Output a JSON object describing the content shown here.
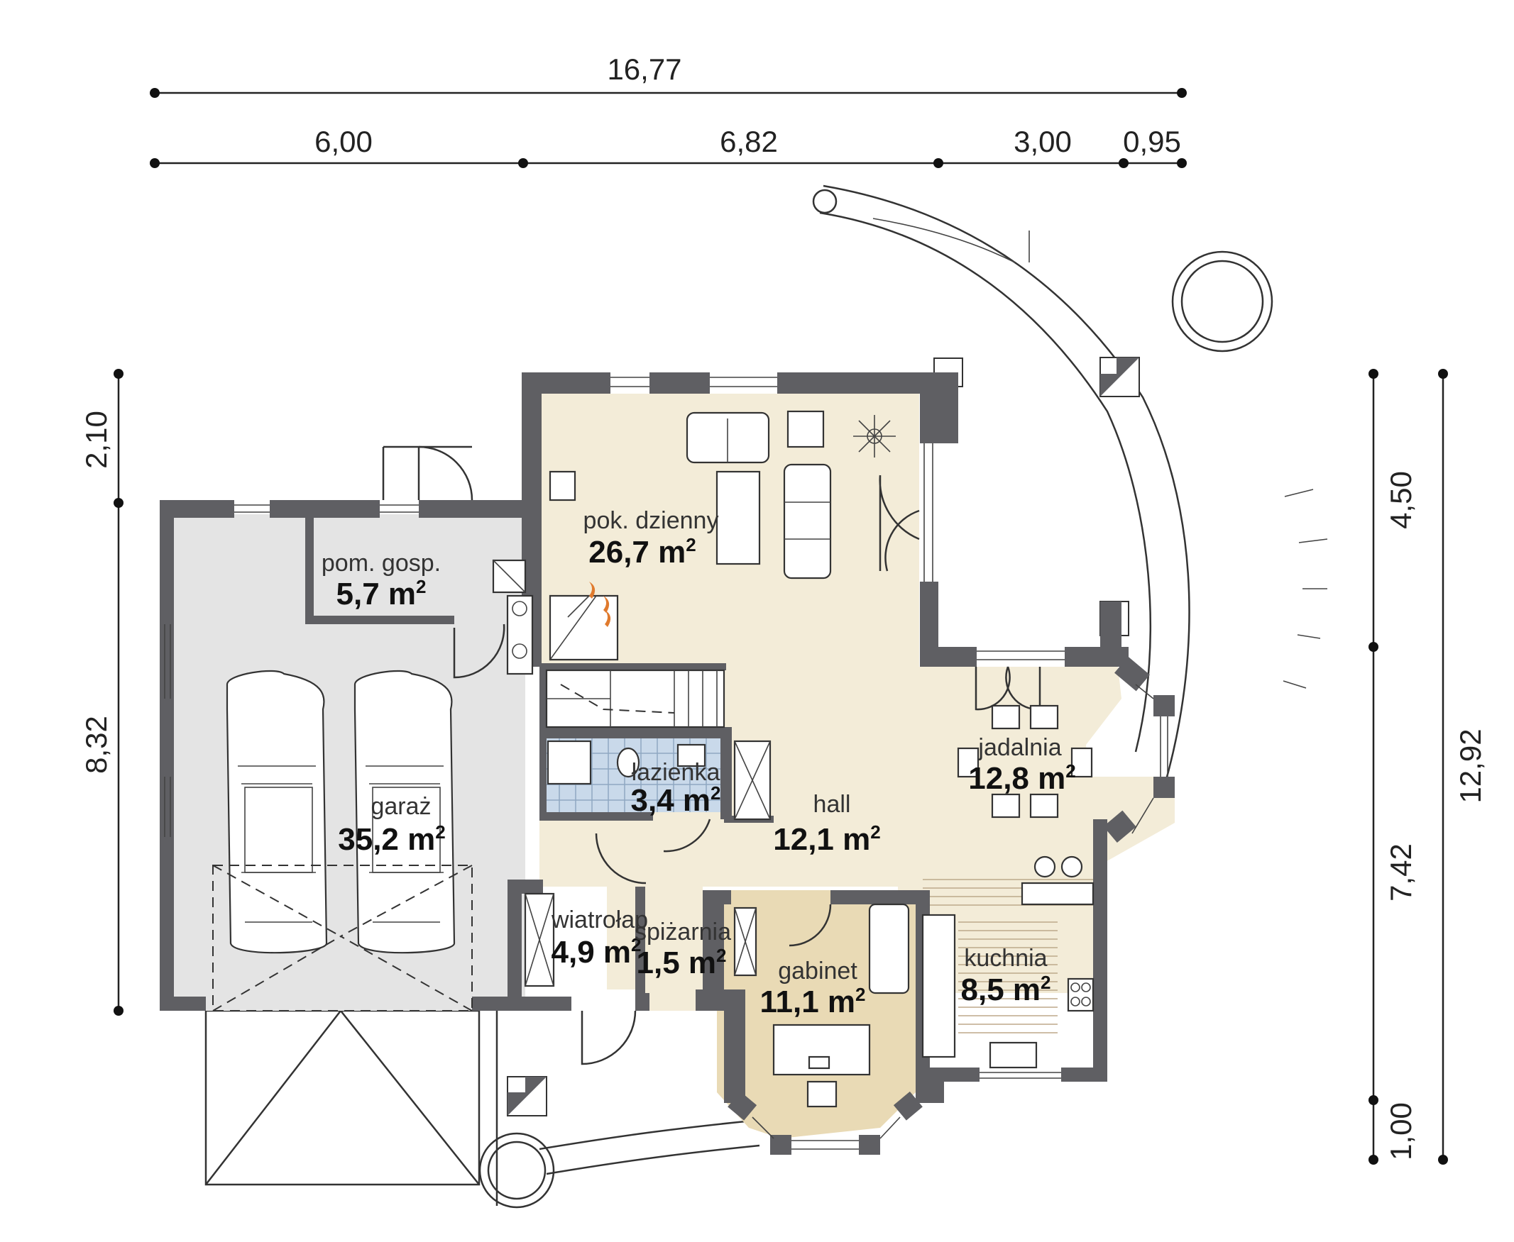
{
  "dimensions": {
    "top_total": "16,77",
    "top_segments": [
      "6,00",
      "6,82",
      "3,00",
      "0,95"
    ],
    "left_segments": [
      "2,10",
      "8,32"
    ],
    "right_inner": [
      "4,50",
      "7,42",
      "1,00"
    ],
    "right_total": "12,92"
  },
  "rooms": {
    "living": {
      "name": "pok. dzienny",
      "area": "26,7 m",
      "unit_sup": "2"
    },
    "utility": {
      "name": "pom. gosp.",
      "area": "5,7 m",
      "unit_sup": "2"
    },
    "bathroom": {
      "name": "łazienka",
      "area": "3,4 m",
      "unit_sup": "2"
    },
    "garage": {
      "name": "garaż",
      "area": "35,2 m",
      "unit_sup": "2"
    },
    "hall": {
      "name": "hall",
      "area": "12,1 m",
      "unit_sup": "2"
    },
    "dining": {
      "name": "jadalnia",
      "area": "12,8 m",
      "unit_sup": "2"
    },
    "vestibule": {
      "name": "wiatrołap",
      "area": "4,9 m",
      "unit_sup": "2"
    },
    "pantry": {
      "name": "spiżarnia",
      "area": "1,5 m",
      "unit_sup": "2"
    },
    "study": {
      "name": "gabinet",
      "area": "11,1 m",
      "unit_sup": "2"
    },
    "kitchen": {
      "name": "kuchnia",
      "area": "8,5 m",
      "unit_sup": "2"
    }
  },
  "colors": {
    "wall": "#5f5f63",
    "garage_floor": "#e4e4e4",
    "living_floor": "#f3ecd8",
    "study_floor": "#e9dab5",
    "bath_tiles": "#c9d9ea",
    "kitchen_floor": "#f3ecd8"
  }
}
